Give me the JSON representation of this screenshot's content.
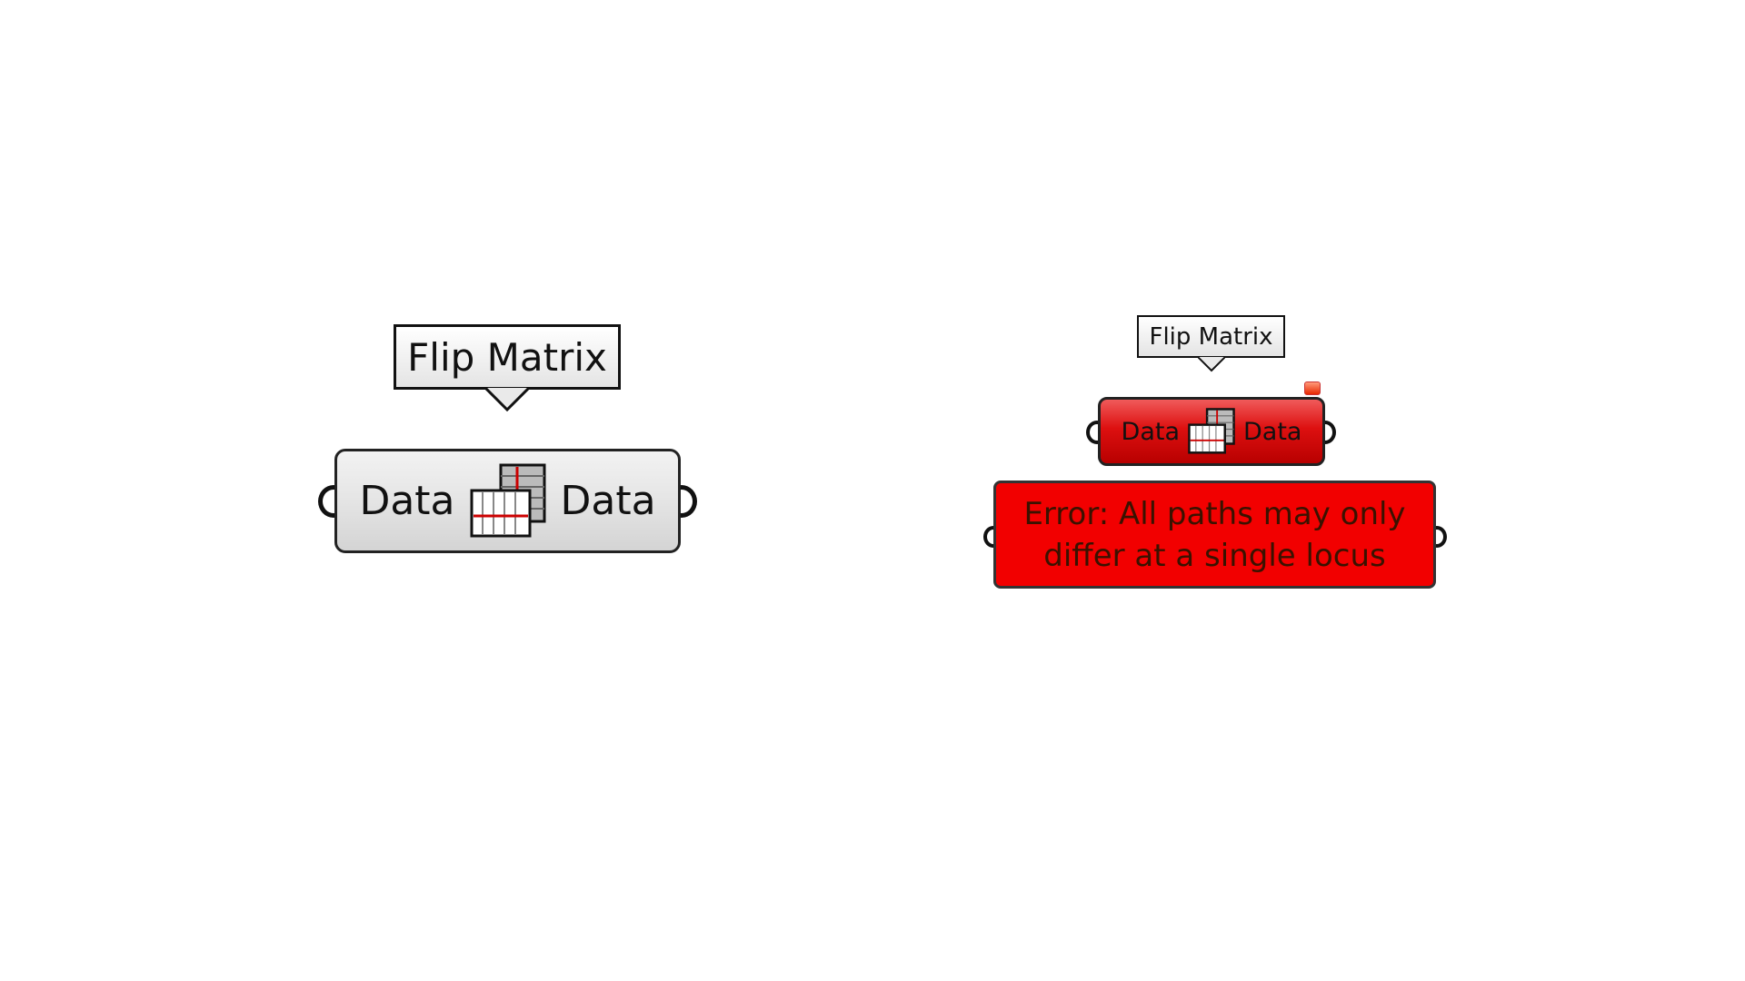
{
  "left": {
    "tooltip": "Flip Matrix",
    "input_label": "Data",
    "output_label": "Data",
    "icon": "flip-matrix-icon"
  },
  "right": {
    "tooltip": "Flip Matrix",
    "input_label": "Data",
    "output_label": "Data",
    "icon": "flip-matrix-icon",
    "error_message": "Error: All paths may only differ at a single locus"
  },
  "colors": {
    "error_red": "#f20000",
    "component_grey": "#e4e4e4"
  }
}
